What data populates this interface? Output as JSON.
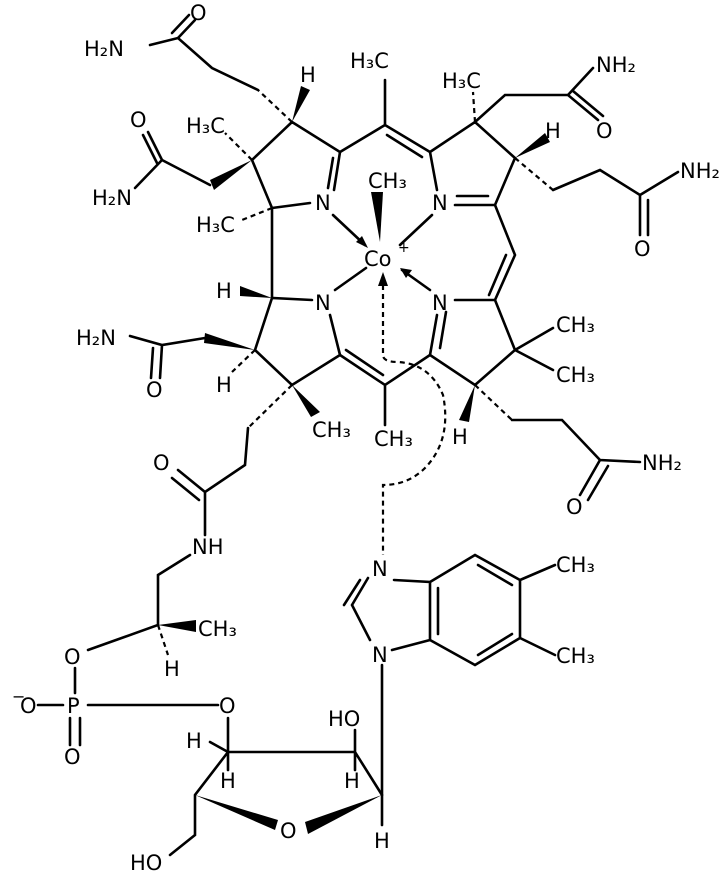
{
  "title": "Methylcobalamin structure",
  "labels": {
    "h2n_tl": "H₂N",
    "o_tl": "O",
    "h2n_l1": "H₂N",
    "o_l1": "O",
    "h3c_a1": "H₃C",
    "h3c_a2": "H₃C",
    "h_a": "H",
    "h3c_top": "H₃C",
    "h3c_b": "H₃C",
    "h_b": "H",
    "nh2_tr": "NH₂",
    "o_tr": "O",
    "nh2_r": "NH₂",
    "o_r": "O",
    "n_a": "N",
    "n_b": "N",
    "n_c": "N",
    "n_d": "N",
    "co": "Co",
    "co_charge": "+",
    "ch3_co": "CH₃",
    "h_d1": "H",
    "h_d2": "H",
    "h2n_l2": "H₂N",
    "o_l2": "O",
    "ch3_d": "CH₃",
    "ch3_meso": "CH₃",
    "ch3_c1": "CH₃",
    "ch3_c2": "CH₃",
    "h_c": "H",
    "nh2_br": "NH₂",
    "o_br": "O",
    "o_amide": "O",
    "nh": "NH",
    "ch3_prop": "CH₃",
    "h_prop": "H",
    "o_ester": "O",
    "o_minus": "O",
    "minus": "−",
    "p": "P",
    "o_p": "O",
    "o_ribose3": "O",
    "n_bz1": "N",
    "n_bz2": "N",
    "ch3_bz1": "CH₃",
    "ch3_bz2": "CH₃",
    "h_r1": "H",
    "h_r2": "H",
    "ho_r": "HO",
    "h_r3": "H",
    "o_ring": "O",
    "h_r4": "H",
    "ho_ch2": "HO"
  }
}
